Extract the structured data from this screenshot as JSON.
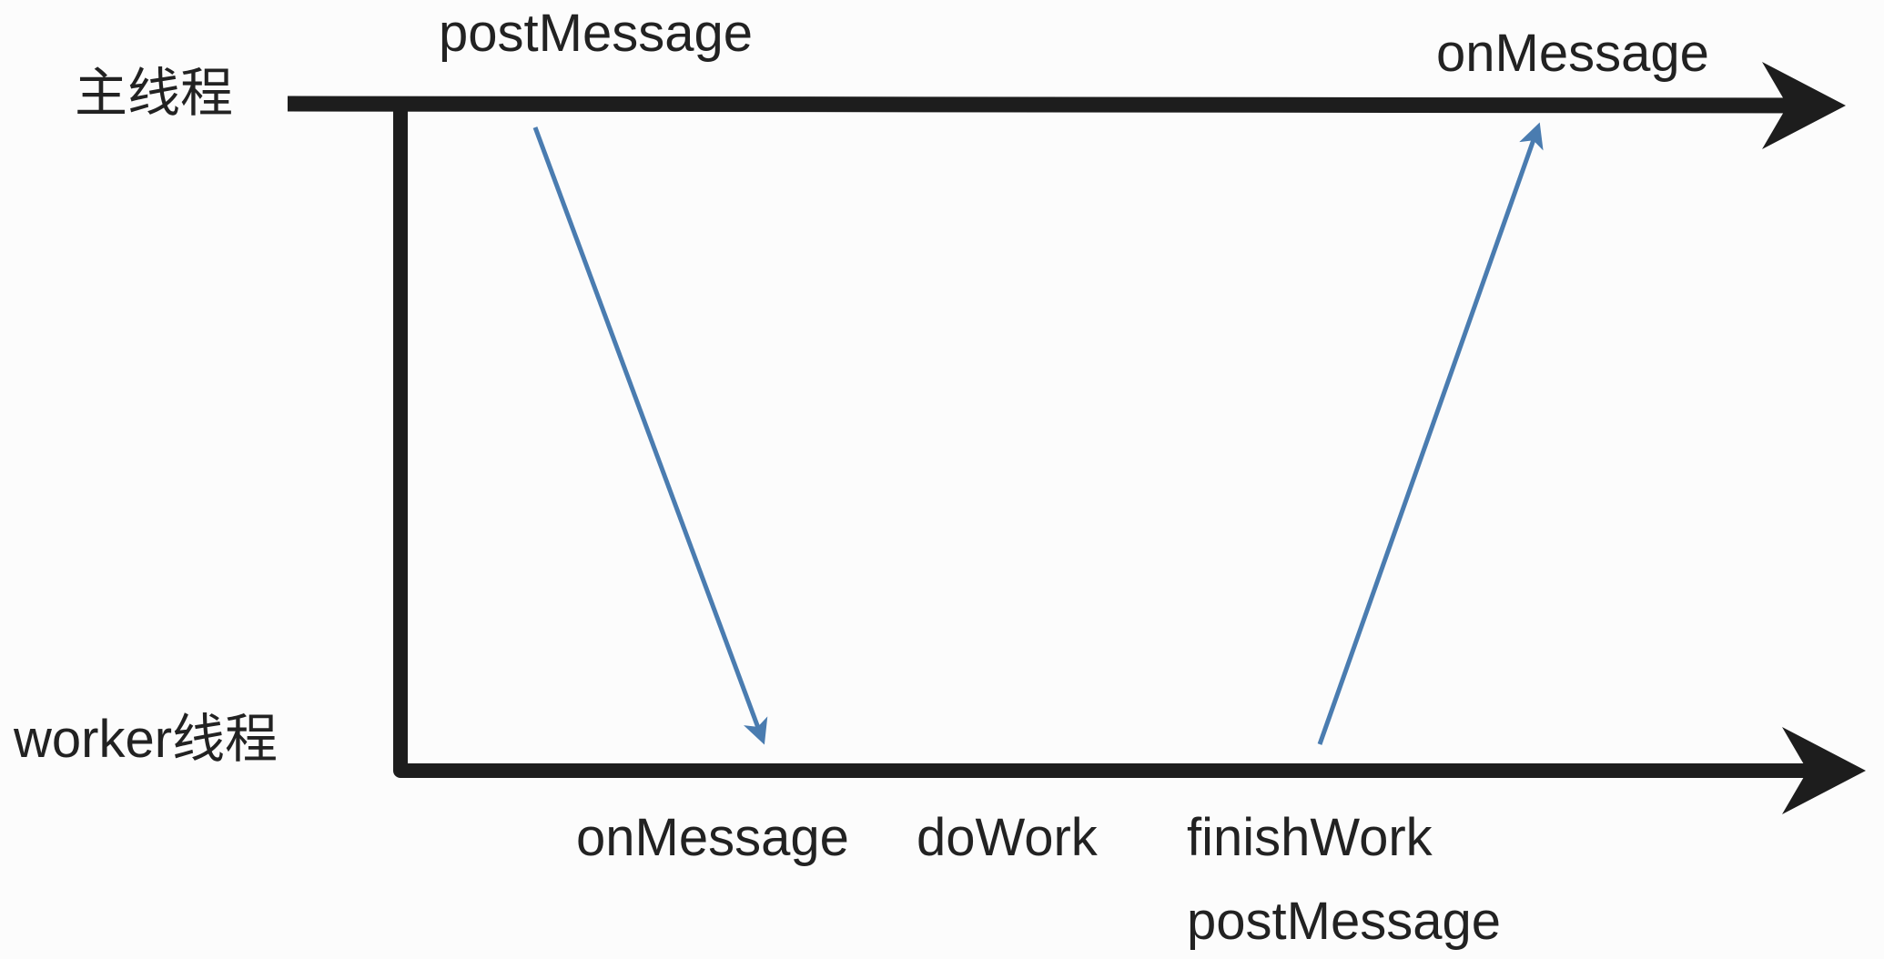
{
  "diagram": {
    "title_semantics": "web-worker-message-flow",
    "main_thread_label": "主线程",
    "worker_thread_label": "worker线程",
    "top_labels": {
      "post_message": "postMessage",
      "on_message": "onMessage"
    },
    "bottom_labels": {
      "on_message": "onMessage",
      "do_work": "doWork",
      "finish_work": "finishWork",
      "post_message": "postMessage"
    },
    "colors": {
      "background": "#fcfcfc",
      "line_black": "#1d1d1d",
      "text": "#222222",
      "arrow_blue": "#4a7cb0"
    }
  }
}
